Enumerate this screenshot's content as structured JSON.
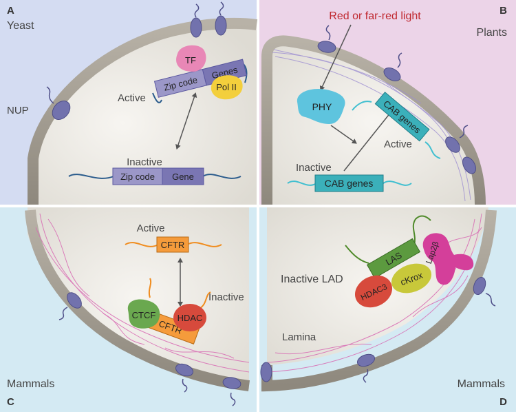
{
  "panels": {
    "a": {
      "letter": "A",
      "organism": "Yeast",
      "nup": "NUP",
      "active": "Active",
      "inactive": "Inactive",
      "tf": "TF",
      "zip_code_active": "Zip code",
      "genes": "Genes",
      "pol2": "Pol II",
      "zip_code_inactive": "Zip code",
      "gene": "Gene"
    },
    "b": {
      "letter": "B",
      "organism": "Plants",
      "light": "Red or far-red light",
      "phy": "PHY",
      "cab_active": "CAB genes",
      "active": "Active",
      "inactive": "Inactive",
      "cab_inactive": "CAB genes"
    },
    "c": {
      "letter": "C",
      "organism": "Mammals",
      "active": "Active",
      "cftr_active": "CFTR",
      "inactive": "Inactive",
      "ctcf": "CTCF",
      "hdac": "HDAC",
      "cftr_inactive": "CFTR"
    },
    "d": {
      "letter": "D",
      "organism": "Mammals",
      "inactive_lad": "Inactive LAD",
      "lamina": "Lamina",
      "las": "LAS",
      "lap2b": "Lap2β",
      "hdac3": "HDAC3",
      "ckrox": "cKrox"
    }
  },
  "colors": {
    "yeast_bg": "#d4dcf2",
    "plants_bg": "#ecd4e8",
    "mammals_bg": "#d4eaf3",
    "envelope": "#a39d92",
    "nucleoplasm": "#ebe8e1",
    "pore": "#6f6fa8",
    "zip_code": "#9b97c8",
    "gene_box": "#7a76b3",
    "tf": "#e887b6",
    "pol2": "#f3cf3c",
    "phy": "#5ec4de",
    "cab": "#3bb0ba",
    "cftr": "#f59b3b",
    "ctcf": "#6aa84f",
    "hdac": "#d74a3c",
    "las": "#5c9a3f",
    "ckrox": "#c8c83a",
    "lap2b": "#d43f9a",
    "dna_blue": "#2a5b8c",
    "dna_cyan": "#40bfd0",
    "dna_orange": "#f08c1e",
    "dna_green": "#4f8a2a",
    "lamina": "#d86ab3",
    "light_text": "#c0282f"
  }
}
